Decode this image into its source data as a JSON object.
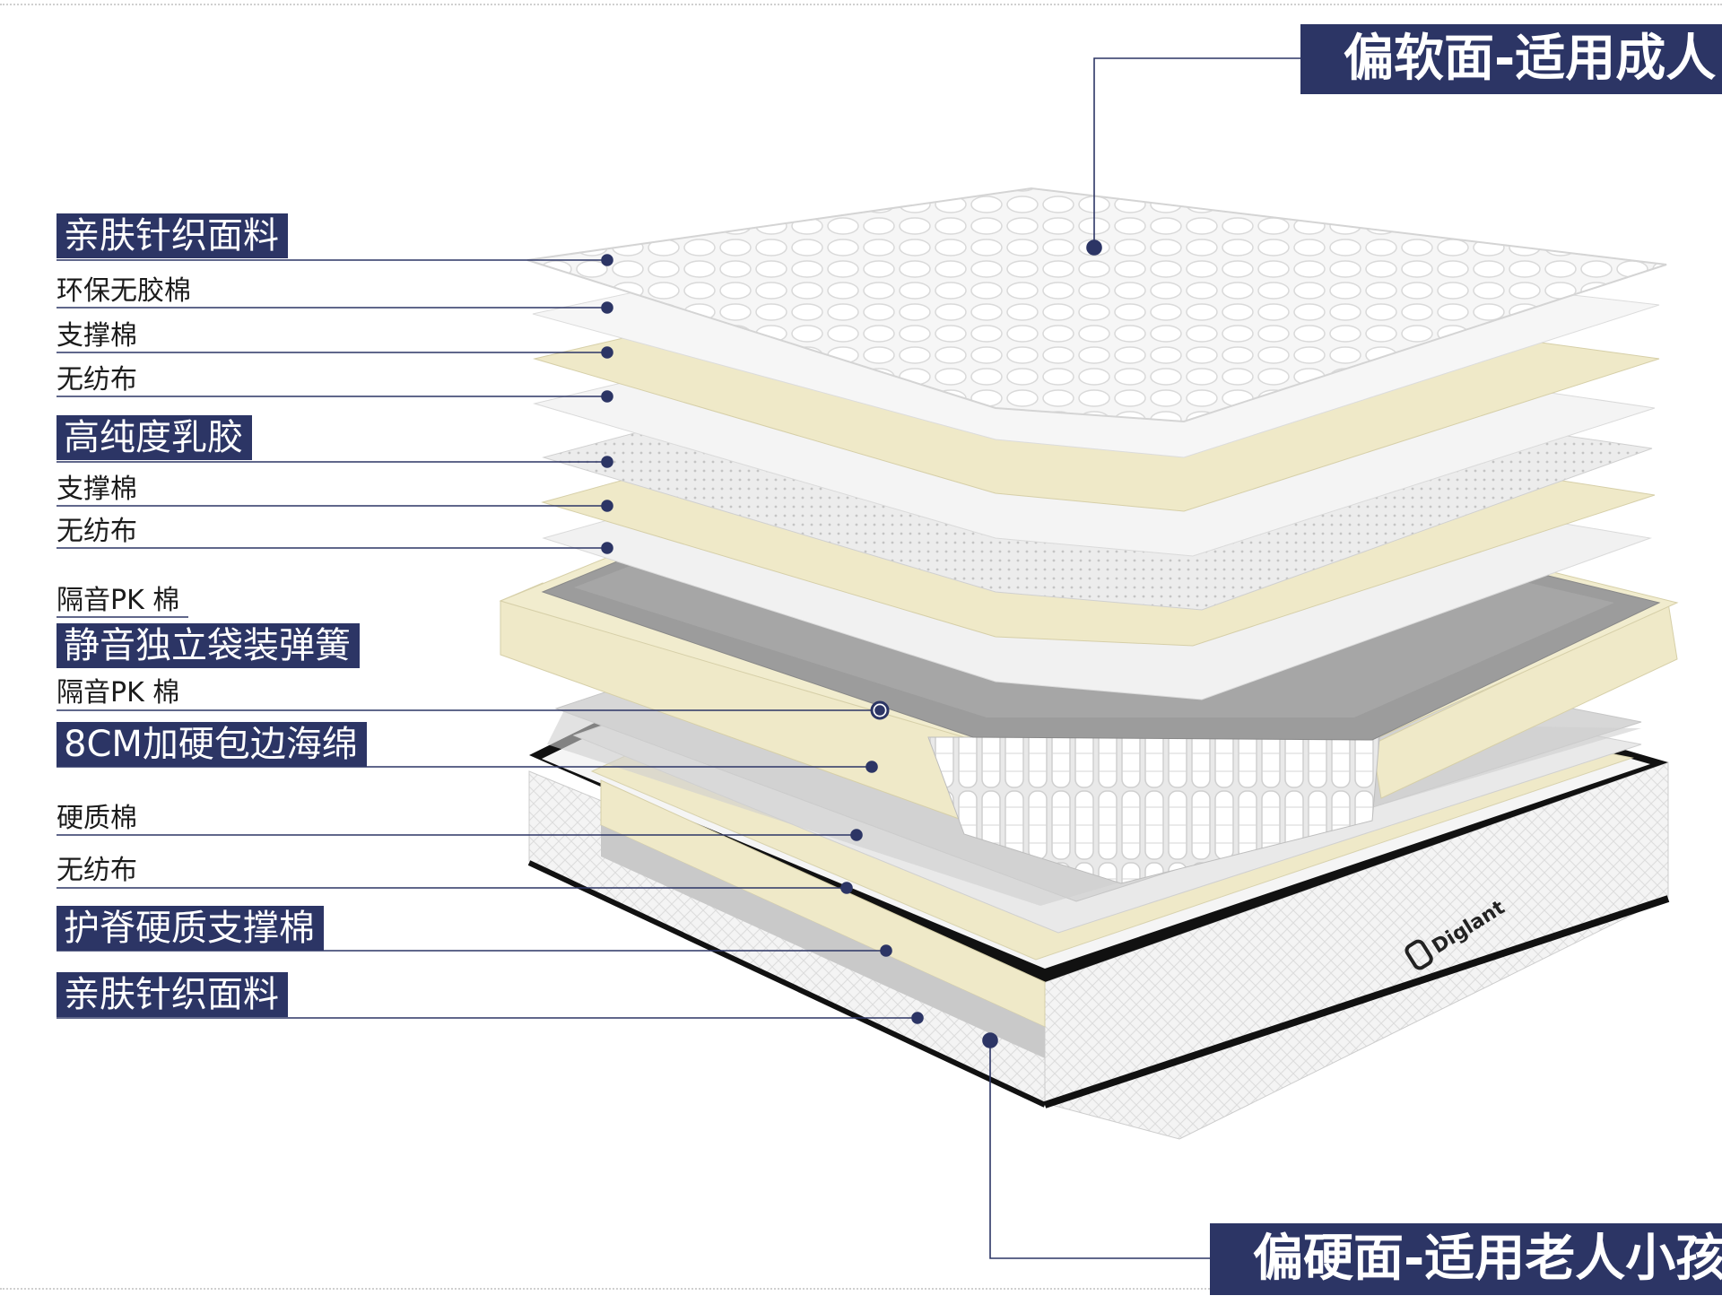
{
  "banners": {
    "soft_side": "偏软面-适用成人",
    "firm_side": "偏硬面-适用老人小孩"
  },
  "layers": [
    {
      "text": "亲肤针织面料",
      "boxed": true
    },
    {
      "text": "环保无胶棉",
      "boxed": false
    },
    {
      "text": "支撑棉",
      "boxed": false
    },
    {
      "text": "无纺布",
      "boxed": false
    },
    {
      "text": "高纯度乳胶",
      "boxed": true
    },
    {
      "text": "支撑棉",
      "boxed": false
    },
    {
      "text": "无纺布",
      "boxed": false
    },
    {
      "text": "隔音PK 棉",
      "boxed": false
    },
    {
      "text": "静音独立袋装弹簧",
      "boxed": true
    },
    {
      "text": "隔音PK 棉",
      "boxed": false
    },
    {
      "text": "8CM加硬包边海绵",
      "boxed": true
    },
    {
      "text": "硬质棉",
      "boxed": false
    },
    {
      "text": "无纺布",
      "boxed": false
    },
    {
      "text": "护脊硬质支撑棉",
      "boxed": true
    },
    {
      "text": "亲肤针织面料",
      "boxed": true
    }
  ],
  "brand": {
    "logo_text": "Diglant"
  },
  "colors": {
    "navy": "#2c3565",
    "cream": "#efe9c8",
    "gray": "#9a9a9a",
    "white_layer": "#f3f3f3"
  }
}
